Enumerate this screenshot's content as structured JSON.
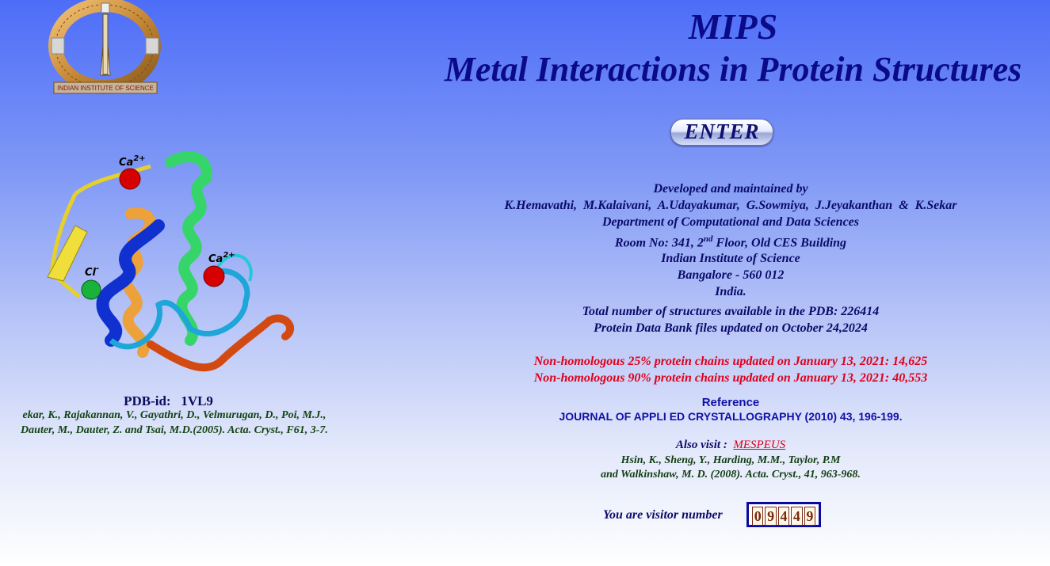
{
  "header": {
    "title_line1": "MIPS",
    "title_line2": "Metal Interactions in Protein Structures",
    "enter_label": "ENTER",
    "logo_text": "INDIAN INSTITUTE OF SCIENCE"
  },
  "figure": {
    "pdb_id": "PDB-id:   1VL9",
    "labels": {
      "ca_top": "Ca",
      "ca_top_charge": "2+",
      "ca_right": "Ca",
      "ca_right_charge": "2+",
      "cl": "Cl",
      "cl_charge": "-"
    },
    "citation_line1": "ekar, K., Rajakannan, V., Gayathri, D., Velmurugan, D., Poi, M.J.,",
    "citation_line2": "Dauter, M., Dauter, Z. and Tsai, M.D.(2005). Acta. Cryst., F61, 3-7."
  },
  "info": {
    "developed_by": "Developed and maintained by",
    "authors": "K.Hemavathi,  M.Kalaivani,  A.Udayakumar,  G.Sowmiya,  J.Jeyakanthan  &  K.Sekar",
    "department": "Department of Computational and Data Sciences",
    "room_prefix": "Room No: 341, 2",
    "room_sup": "nd",
    "room_suffix": " Floor, Old CES Building",
    "institute": "Indian Institute of Science",
    "city": "Bangalore - 560 012",
    "country": "India.",
    "total_structures": "Total number of structures available in the PDB: 226414",
    "pdb_updated": "Protein Data Bank files updated on October 24,2024",
    "nonhomologous_25": "Non-homologous 25% protein chains updated on January 13, 2021: 14,625",
    "nonhomologous_90": "Non-homologous 90% protein chains updated on January 13, 2021: 40,553",
    "reference_heading": "Reference",
    "reference_text": "JOURNAL OF APPLI ED CRYSTALLOGRAPHY (2010) 43, 196-199.",
    "also_visit_label": "Also visit :  ",
    "also_visit_link": "MESPEUS",
    "mespeus_cite1": "Hsin, K., Sheng, Y., Harding, M.M., Taylor, P.M",
    "mespeus_cite2": "and Walkinshaw, M. D. (2008). Acta. Cryst., 41, 963-968."
  },
  "visitor": {
    "label": "You are visitor number",
    "digits": [
      "0",
      "9",
      "4",
      "4",
      "9"
    ]
  },
  "colors": {
    "title": "#0b0b8a",
    "red_text": "#e0001b",
    "reference_blue": "#0f10a8",
    "citation_green": "#124412"
  }
}
